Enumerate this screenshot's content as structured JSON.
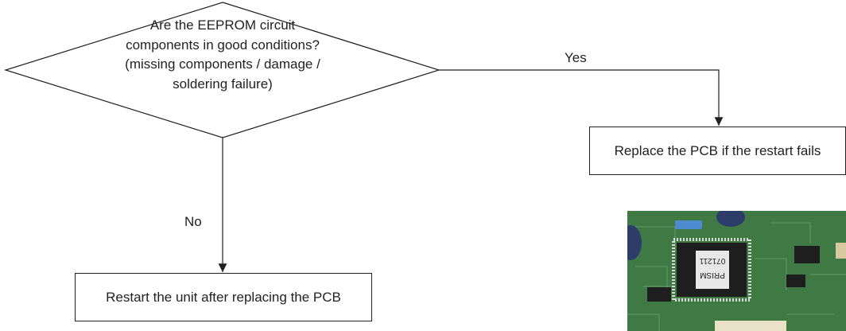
{
  "decision": {
    "lines": [
      "Are the EEPROM circuit",
      "components in good conditions?",
      "(missing components / damage /",
      "soldering failure)"
    ]
  },
  "branches": {
    "yes": "Yes",
    "no": "No"
  },
  "actions": {
    "replace_pcb": "Replace the PCB if the restart fails",
    "restart_unit": "Restart the unit after replacing the PCB"
  },
  "photo": {
    "chip_label_line1": "071211",
    "chip_label_line2": "PRISM"
  },
  "colors": {
    "line": "#231f20",
    "board": "#3f7a45",
    "chip": "#1e1e1e"
  }
}
